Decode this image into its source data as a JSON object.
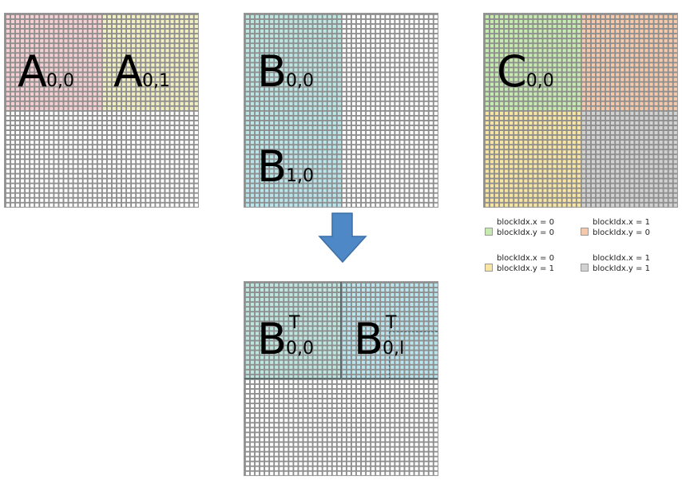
{
  "labels": {
    "A00": {
      "base": "A",
      "sub": "0,0"
    },
    "A01": {
      "base": "A",
      "sub": "0,1"
    },
    "B00": {
      "base": "B",
      "sub": "0,0"
    },
    "B10": {
      "base": "B",
      "sub": "1,0"
    },
    "C00": {
      "base": "C",
      "sub": "0,0"
    },
    "BT00": {
      "base": "B",
      "sup": "T",
      "sub": "0,0"
    },
    "BT01": {
      "base": "B",
      "sup": "T",
      "sub": "0,I"
    }
  },
  "legend": [
    {
      "line1": "blockIdx.x = 0",
      "line2": "blockIdx.y = 0",
      "color": "#c6ebae"
    },
    {
      "line1": "blockIdx.x = 1",
      "line2": "blockIdx.y = 0",
      "color": "#f7c9ab"
    },
    {
      "line1": "blockIdx.x = 0",
      "line2": "blockIdx.y = 1",
      "color": "#f8e5a2"
    },
    {
      "line1": "blockIdx.x = 1",
      "line2": "blockIdx.y = 1",
      "color": "#d2d2d2"
    }
  ],
  "colors": {
    "grid": "#8e8e8e",
    "a_tile_0": "#f5cfd2",
    "a_tile_1": "#f2efc0",
    "b_tile": "#bde6df",
    "b_tile_lower": "#b8e5ee",
    "c_green": "#c6ebae",
    "c_orange": "#f7c9ab",
    "c_yellow": "#f8e5a2",
    "c_gray": "#d2d2d2",
    "arrow": "#4f88c6"
  }
}
